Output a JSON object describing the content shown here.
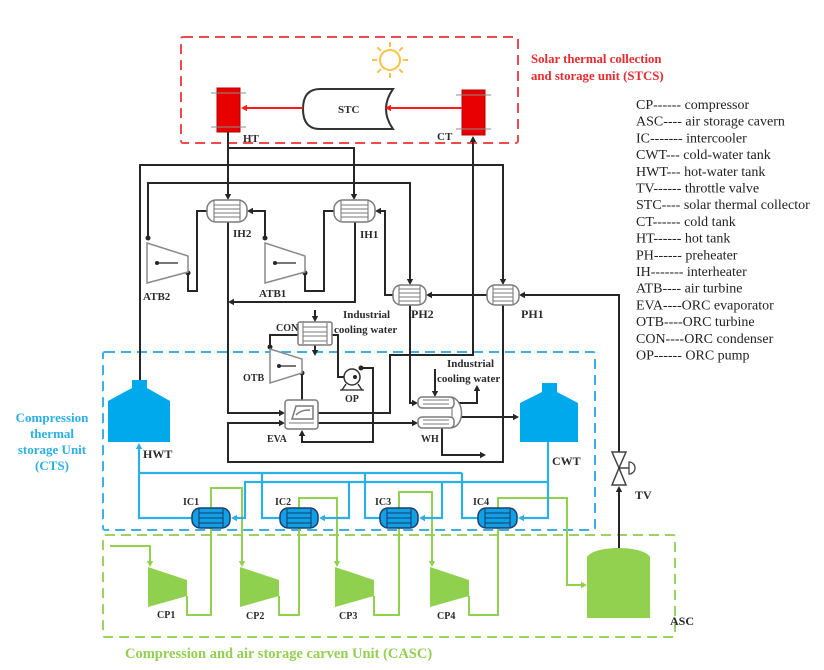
{
  "diagram": {
    "stcs": {
      "title": [
        "Solar thermal collection",
        "and storage unit (STCS)"
      ],
      "color": "#ea2a2f"
    },
    "cts": {
      "title": [
        "Compression",
        "thermal",
        "storage Unit",
        "(CTS)"
      ],
      "color": "#2eaee6"
    },
    "casc": {
      "title": "Compression and air storage carven Unit (CASC)",
      "color": "#92d050"
    },
    "components": {
      "stc": "STC",
      "ht": "HT",
      "ct": "CT",
      "ih1": "IH1",
      "ih2": "IH2",
      "atb1": "ATB1",
      "atb2": "ATB2",
      "ph1": "PH1",
      "ph2": "PH2",
      "con": "CON",
      "otb": "OTB",
      "op": "OP",
      "eva": "EVA",
      "wh": "WH",
      "hwt": "HWT",
      "cwt": "CWT",
      "tv": "TV",
      "asc": "ASC",
      "ic": [
        "IC1",
        "IC2",
        "IC3",
        "IC4"
      ],
      "cp": [
        "CP1",
        "CP2",
        "CP3",
        "CP4"
      ]
    },
    "cooling_water": {
      "con": [
        "Industrial",
        "cooling water"
      ],
      "wh": [
        "Industrial",
        "cooling water"
      ]
    },
    "legend": [
      "CP------ compressor",
      "ASC---- air storage cavern",
      "IC------- intercooler",
      "CWT--- cold-water tank",
      "HWT--- hot-water tank",
      "TV------ throttle valve",
      "STC---- solar thermal collector",
      "CT------ cold tank",
      "HT------ hot tank",
      "PH------ preheater",
      "IH------- interheater",
      "ATB---- air turbine",
      "EVA----ORC evaporator",
      "OTB----ORC turbine",
      "CON----ORC condenser",
      "OP------ ORC pump"
    ]
  },
  "colors": {
    "solar_unit": "#ea2a2f",
    "thermal_storage_unit": "#2eaee6",
    "air_storage_unit": "#92d050",
    "hot_cold_tank_fill": "#e80000",
    "water_tank_fill": "#00a9eb",
    "intercooler_fill": "#10a0e6",
    "compressor_fill": "#8fd14f",
    "sun": "#f6c343",
    "pipe": "#262626"
  }
}
